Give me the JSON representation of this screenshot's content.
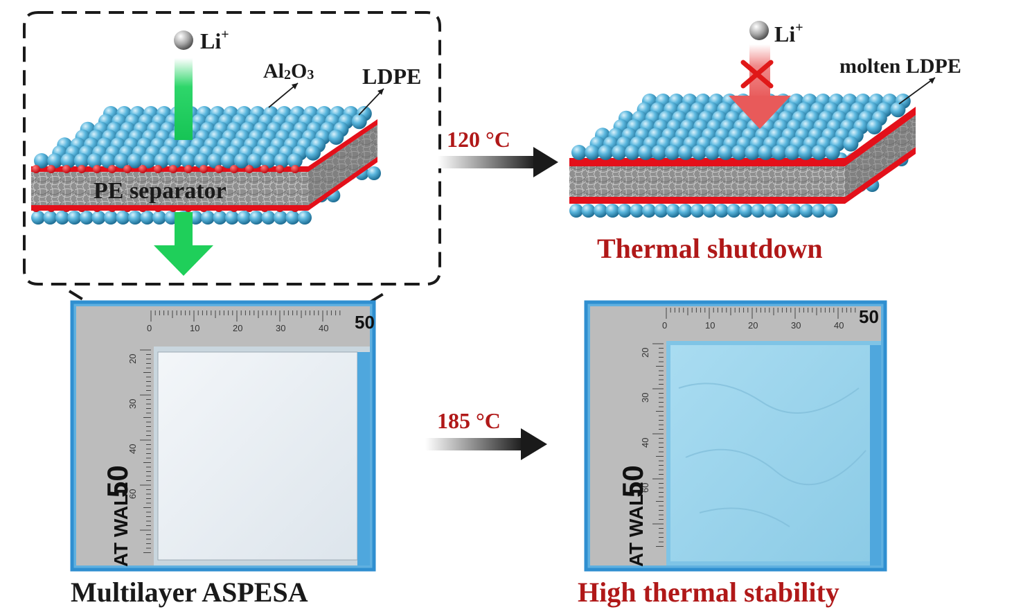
{
  "figure": {
    "top_left": {
      "ion_label": "Li",
      "ion_charge": "+",
      "coating_label_main": "Al",
      "coating_label_sub1": "2",
      "coating_label_mid": "O",
      "coating_label_sub2": "3",
      "layer_label": "LDPE",
      "separator_label": "PE separator"
    },
    "top_right": {
      "ion_label": "Li",
      "ion_charge": "+",
      "layer_label": "molten LDPE",
      "caption": "Thermal shutdown"
    },
    "arrow_top": {
      "label": "120 °C"
    },
    "arrow_bottom": {
      "label": "185 °C"
    },
    "bottom_left": {
      "caption": "Multilayer ASPESA",
      "ruler_top_big": "50",
      "ruler_side_big": "50",
      "ruler_brand": "AT WALL",
      "ruler_ticks": [
        "0",
        "10",
        "20",
        "30",
        "40"
      ],
      "ruler_side_ticks": [
        "20",
        "30",
        "40",
        "60"
      ]
    },
    "bottom_right": {
      "caption": "High thermal stability",
      "ruler_top_big": "50",
      "ruler_side_big": "50",
      "ruler_brand": "AT WALL",
      "ruler_ticks": [
        "0",
        "10",
        "20",
        "30",
        "40"
      ],
      "ruler_side_ticks": [
        "20",
        "30",
        "40",
        "60"
      ]
    },
    "colors": {
      "sphere": "#4aa6cc",
      "ldpe": "#e3101a",
      "pe_core": "#8a8a8a",
      "green_arrow": "#1fcf5a",
      "blocked_arrow": "#ef6a6a",
      "accent_text": "#b01818",
      "photo_frame": "#2f8fd0",
      "ruler": "#b9b9b9",
      "film_left": "#e9eef3",
      "film_right": "#9fd3ea"
    }
  }
}
